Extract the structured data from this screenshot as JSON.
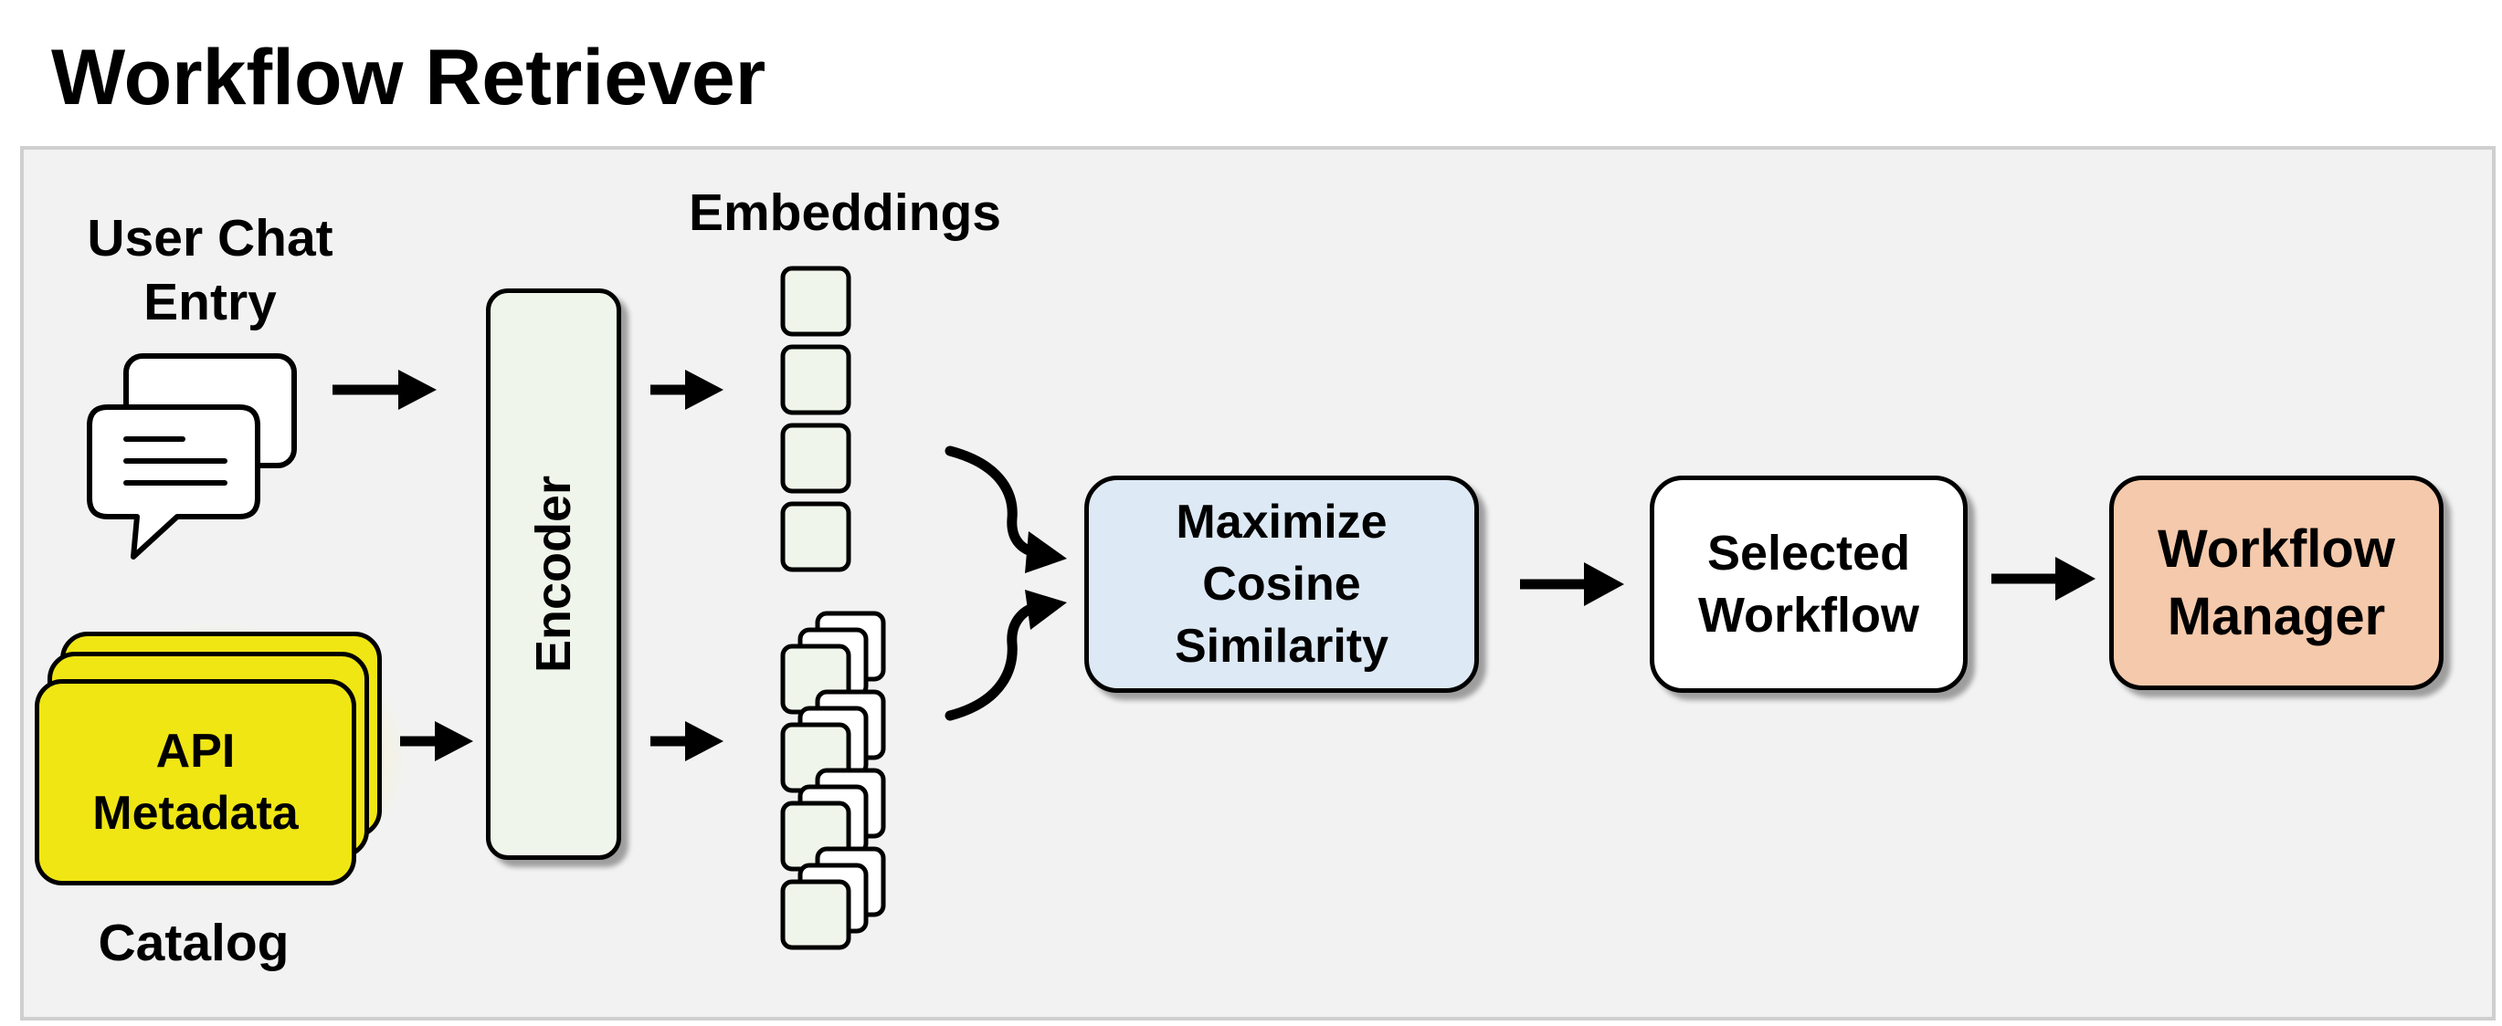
{
  "title": "Workflow Retriever",
  "inputs": {
    "chat_label": "User Chat\nEntry",
    "api_label": "API\nMetadata",
    "catalog_label": "Catalog"
  },
  "encoder_label": "Encoder",
  "embeddings_label": "Embeddings",
  "similarity_label": "Maximize\nCosine\nSimilarity",
  "selected_label": "Selected\nWorkflow",
  "manager_label": "Workflow\nManager",
  "colors": {
    "panel_bg": "#f2f2f2",
    "api_yellow": "#f0e614",
    "encoder_fill": "#eff5ea",
    "similarity_fill": "#dde9f5",
    "selected_fill": "#ffffff",
    "manager_fill": "#f5c9ab"
  }
}
